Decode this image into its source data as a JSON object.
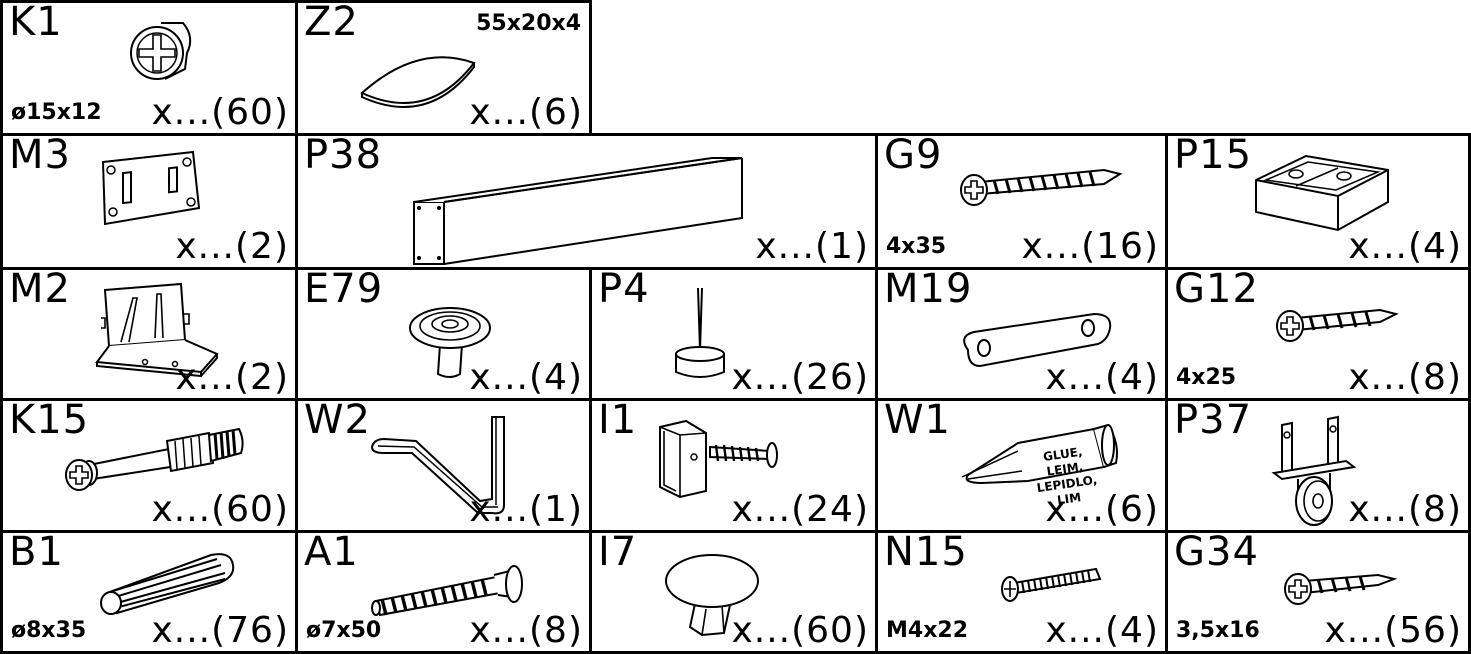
{
  "parts": {
    "k1": {
      "code": "K1",
      "size": "ø15x12",
      "qty": "x...(60)",
      "icon": "cam-lock-icon"
    },
    "z2": {
      "code": "Z2",
      "size": "55x20x4",
      "qty": "x...(6)",
      "icon": "biscuit-icon"
    },
    "m3": {
      "code": "M3",
      "qty": "x...(2)",
      "icon": "mounting-plate-icon"
    },
    "p38": {
      "code": "P38",
      "qty": "x...(1)",
      "icon": "square-tube-icon"
    },
    "g9": {
      "code": "G9",
      "size": "4x35",
      "qty": "x...(16)",
      "icon": "wood-screw-icon"
    },
    "p15": {
      "code": "P15",
      "qty": "x...(4)",
      "icon": "plastic-foot-icon"
    },
    "m2": {
      "code": "M2",
      "qty": "x...(2)",
      "icon": "angle-bracket-icon"
    },
    "e79": {
      "code": "E79",
      "qty": "x...(4)",
      "icon": "knob-icon"
    },
    "p4": {
      "code": "P4",
      "qty": "x...(26)",
      "icon": "nail-glide-icon"
    },
    "m19": {
      "code": "M19",
      "qty": "x...(4)",
      "icon": "connector-plate-icon"
    },
    "g12": {
      "code": "G12",
      "size": "4x25",
      "qty": "x...(8)",
      "icon": "wood-screw-icon"
    },
    "k15": {
      "code": "K15",
      "qty": "x...(60)",
      "icon": "cam-bolt-icon"
    },
    "w2": {
      "code": "W2",
      "qty": "x...(1)",
      "icon": "allen-key-icon"
    },
    "i1": {
      "code": "I1",
      "qty": "x...(24)",
      "icon": "corner-block-screw-icon"
    },
    "w1": {
      "code": "W1",
      "qty": "x...(6)",
      "icon": "glue-tube-icon",
      "label": "GLUE, LEIM, LEPIDLO, LIM"
    },
    "p37": {
      "code": "P37",
      "qty": "x...(8)",
      "icon": "caster-wheel-icon"
    },
    "b1": {
      "code": "B1",
      "size": "ø8x35",
      "qty": "x...(76)",
      "icon": "wooden-dowel-icon"
    },
    "a1": {
      "code": "A1",
      "size": "ø7x50",
      "qty": "x...(8)",
      "icon": "anchor-bolt-icon"
    },
    "i7": {
      "code": "I7",
      "qty": "x...(60)",
      "icon": "cover-cap-icon"
    },
    "n15": {
      "code": "N15",
      "size": "M4x22",
      "qty": "x...(4)",
      "icon": "machine-screw-icon"
    },
    "g34": {
      "code": "G34",
      "size": "3,5x16",
      "qty": "x...(56)",
      "icon": "wood-screw-icon"
    }
  }
}
